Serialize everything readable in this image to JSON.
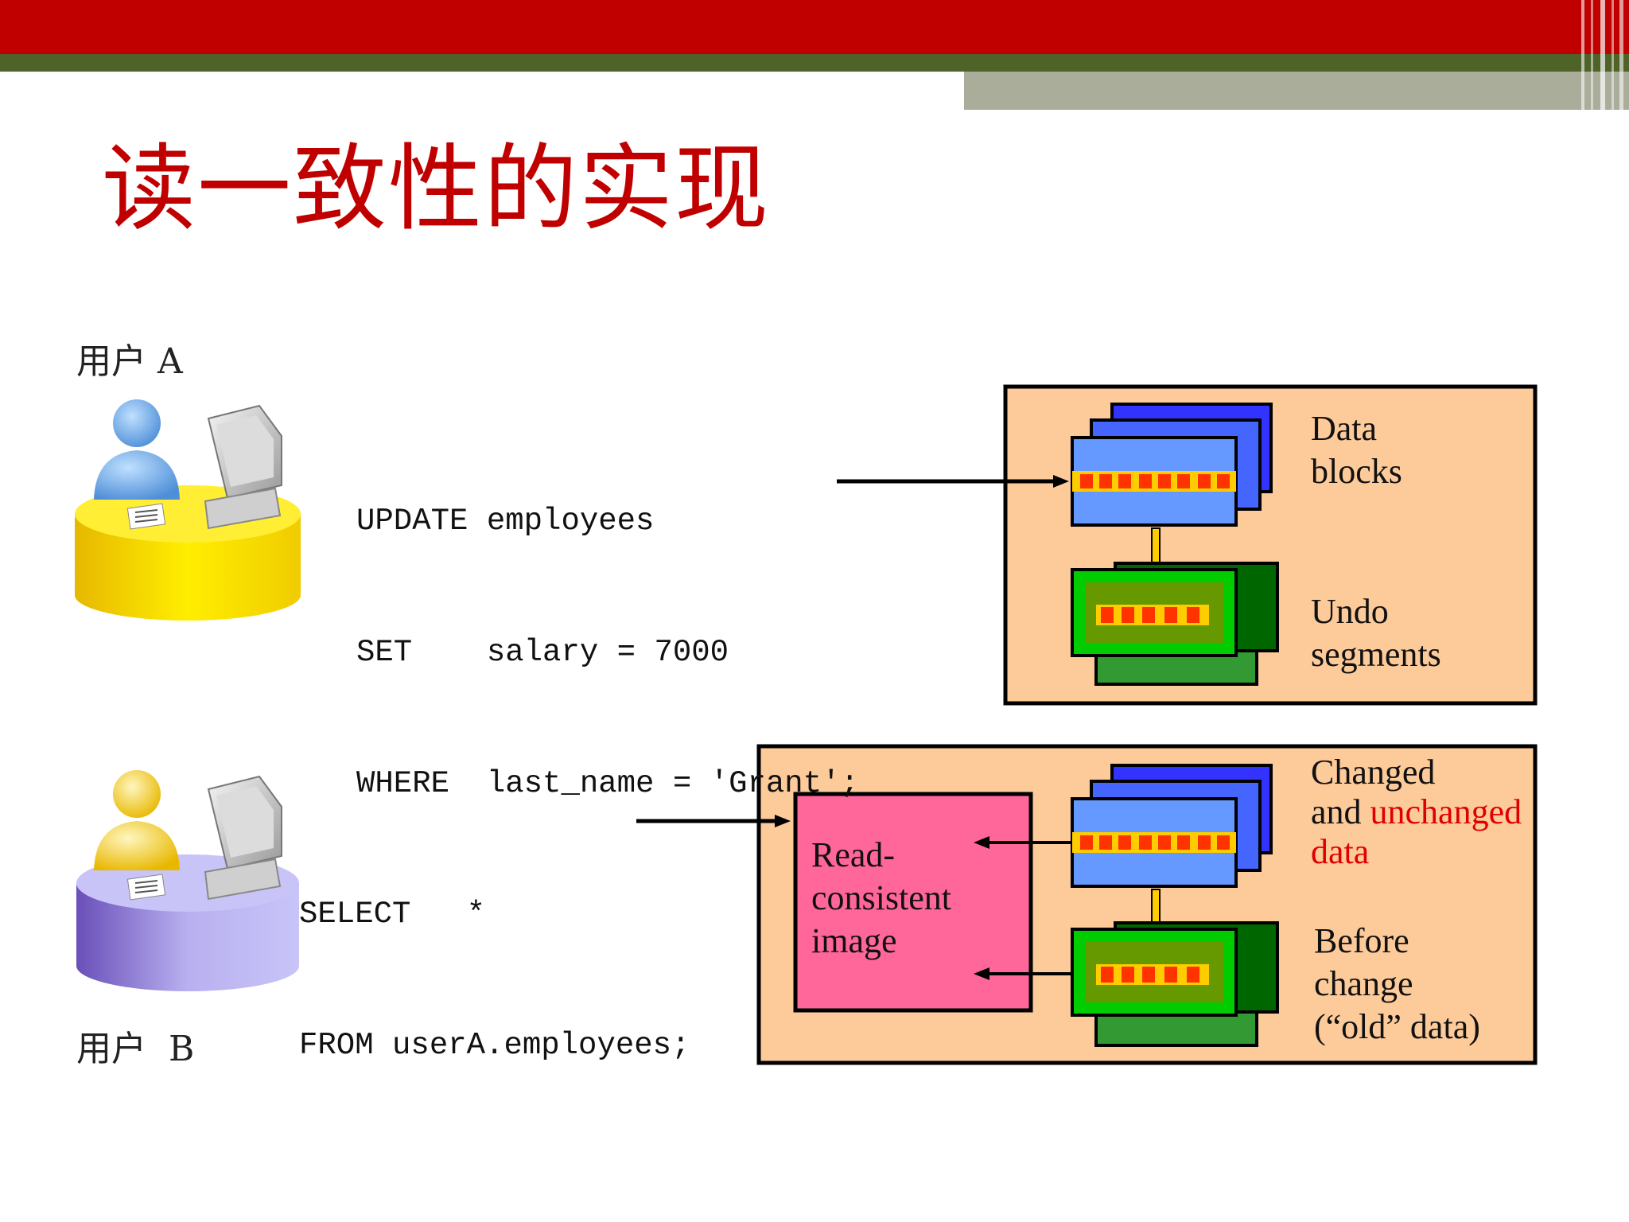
{
  "title": "读一致性的实现",
  "user_a": {
    "label": "用户 A"
  },
  "user_b": {
    "label": "用户  B"
  },
  "update_sql": [
    "UPDATE employees",
    "SET    salary = 7000",
    "WHERE  last_name = 'Grant';"
  ],
  "select_sql": [
    "SELECT   *",
    "FROM userA.employees;"
  ],
  "top_box": {
    "data_blocks": [
      "Data",
      "blocks"
    ],
    "undo_segments": [
      "Undo",
      "segments"
    ]
  },
  "bottom_box": {
    "read_consistent": [
      "Read-",
      "consistent",
      "image"
    ],
    "changed_line1": "Changed",
    "changed_and": "and ",
    "changed_unchanged": "unchanged",
    "changed_data": "data",
    "before_change": [
      "Before",
      "change",
      "(“old” data)"
    ]
  },
  "colors": {
    "title": "#c00000",
    "header_red": "#c00000",
    "header_green": "#4f6228",
    "header_gray": "#a9ad9a",
    "box_fill": "#fdca9a",
    "pink_box": "#ff6699",
    "block_blue": "#3333ff",
    "block_light_blue": "#6699ff",
    "undo_green": "#00cc00",
    "undo_dark_green": "#006600",
    "undo_inner": "#669900",
    "highlight": "#e00000"
  }
}
